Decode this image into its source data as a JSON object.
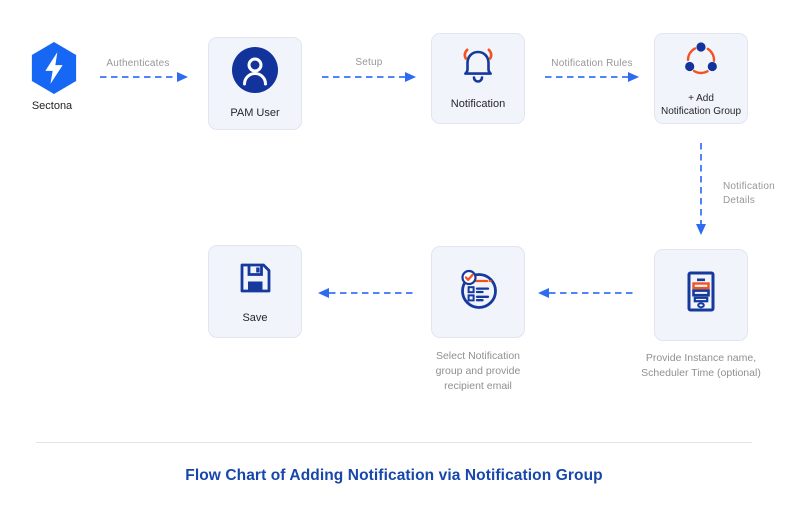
{
  "title": {
    "text": "Flow Chart of Adding Notification via Notification Group"
  },
  "colors": {
    "brand_blue": "#1667f3",
    "navy": "#16399e",
    "orange": "#f4511e",
    "arrow_blue": "#4f86f7",
    "arrowhead_blue": "#2e6bf0",
    "title_blue": "#1747ab",
    "node_bg": "#f1f5fb",
    "node_border": "#e0e5f0",
    "muted_gray": "#97979b"
  },
  "icons": {
    "sectona": "hexagon-lightning",
    "pam_user": "user-circle",
    "notification": "bell-ringing",
    "add_notification_group": "three-dots-network",
    "provide_instance": "form-document",
    "select_notification": "checklist-circle",
    "save": "floppy-disk"
  },
  "nodes": {
    "sectona": {
      "label": "Sectona"
    },
    "pam_user": {
      "label": "PAM User"
    },
    "notification": {
      "label": "Notification"
    },
    "add_notification_group": {
      "label_lines": [
        "+ Add",
        "Notification Group"
      ]
    },
    "provide_instance": {
      "caption_lines": [
        "Provide Instance name,",
        "Scheduler Time (optional)"
      ]
    },
    "select_notification": {
      "caption_lines": [
        "Select Notification",
        "group and provide",
        "recipient email"
      ]
    },
    "save": {
      "label": "Save"
    }
  },
  "edges": {
    "authenticates": {
      "label": "Authenticates"
    },
    "setup": {
      "label": "Setup"
    },
    "notification_rules": {
      "label": "Notification Rules"
    },
    "notification_details": {
      "label_lines": [
        "Notification",
        "Details"
      ]
    }
  }
}
